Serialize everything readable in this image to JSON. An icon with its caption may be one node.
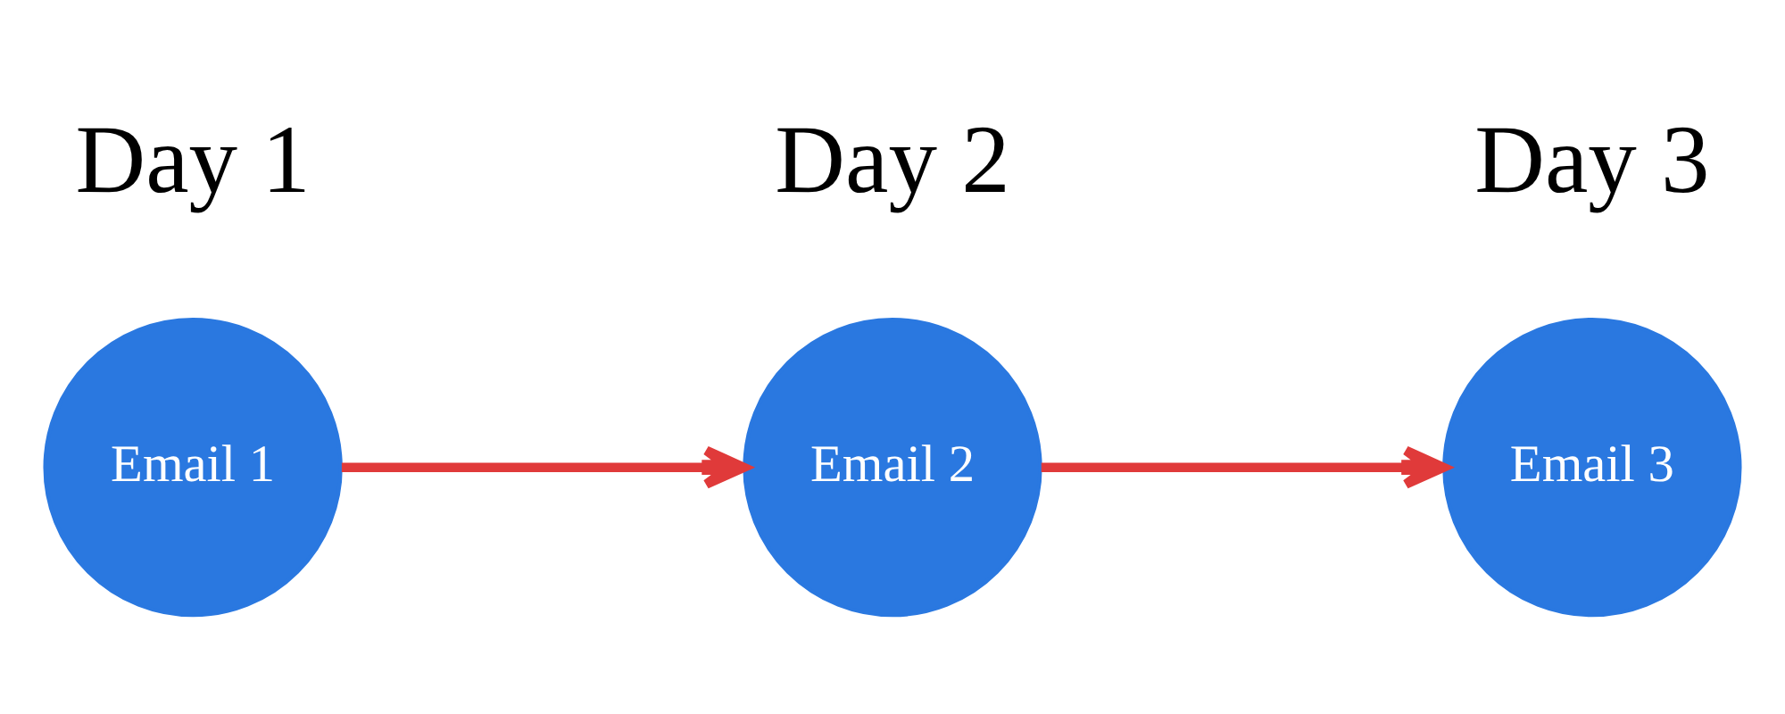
{
  "diagram": {
    "nodes": [
      {
        "text": [
          "Email 1"
        ],
        "beside": [
          "Day 1"
        ]
      },
      {
        "text": [
          "Email 2"
        ],
        "beside": [
          "Day 2"
        ]
      },
      {
        "text": [
          "Email 3"
        ],
        "beside": [
          "Day 3"
        ]
      }
    ],
    "edges": [
      {
        "from": 0,
        "to": 1,
        "arrow": "to"
      },
      {
        "from": 1,
        "to": 2,
        "arrow": "to"
      }
    ]
  }
}
